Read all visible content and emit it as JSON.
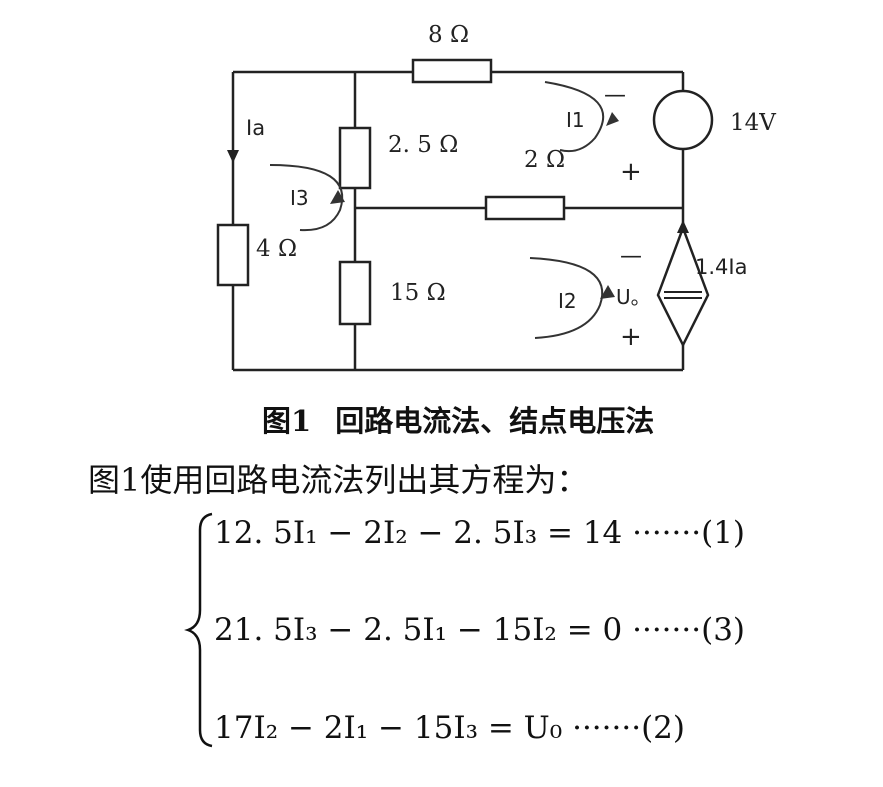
{
  "diagram": {
    "labels": {
      "r8": "8 Ω",
      "r25": "2. 5 Ω",
      "r2": "2 Ω",
      "r4": "4 Ω",
      "r15": "15 Ω",
      "source_v": "14V",
      "dep_source": "1.4Ia",
      "ia": "Ia",
      "i1": "I1",
      "i2": "I2",
      "i3": "I3",
      "uo": "U。",
      "minus": "—",
      "plus": "+"
    }
  },
  "caption": {
    "number": "图1",
    "title": "回路电流法、结点电压法"
  },
  "intro": "图1使用回路电流法列出其方程为：",
  "equations": [
    {
      "text": "12. 5I₁ − 2I₂ − 2. 5I₃ = 14 ·······(1)"
    },
    {
      "text": "21. 5I₃ − 2. 5I₁ − 15I₂ = 0 ·······(3)"
    },
    {
      "text": "17I₂ − 2I₁ − 15I₃ = U₀ ·······(2)"
    }
  ]
}
